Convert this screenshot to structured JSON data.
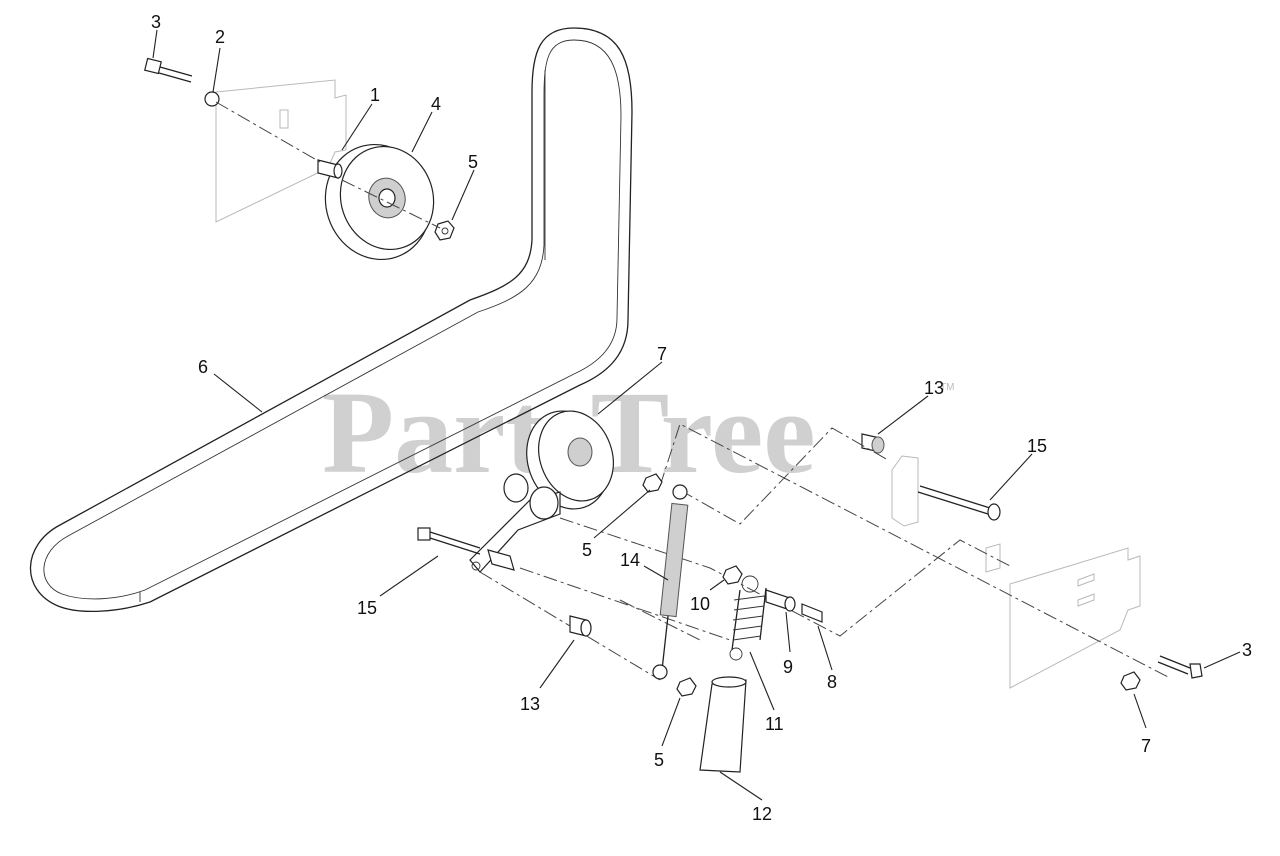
{
  "watermark": {
    "text": "PartsTree",
    "mark": "TM"
  },
  "callouts": [
    {
      "id": "c3a",
      "label": "3"
    },
    {
      "id": "c2",
      "label": "2"
    },
    {
      "id": "c1",
      "label": "1"
    },
    {
      "id": "c4",
      "label": "4"
    },
    {
      "id": "c5a",
      "label": "5"
    },
    {
      "id": "c6",
      "label": "6"
    },
    {
      "id": "c7a",
      "label": "7"
    },
    {
      "id": "c13a",
      "label": "13"
    },
    {
      "id": "c15a",
      "label": "15"
    },
    {
      "id": "c5b",
      "label": "5"
    },
    {
      "id": "c14",
      "label": "14"
    },
    {
      "id": "c10",
      "label": "10"
    },
    {
      "id": "c15b",
      "label": "15"
    },
    {
      "id": "c9",
      "label": "9"
    },
    {
      "id": "c8",
      "label": "8"
    },
    {
      "id": "c3b",
      "label": "3"
    },
    {
      "id": "c13b",
      "label": "13"
    },
    {
      "id": "c11",
      "label": "11"
    },
    {
      "id": "c5c",
      "label": "5"
    },
    {
      "id": "c7b",
      "label": "7"
    },
    {
      "id": "c12",
      "label": "12"
    }
  ]
}
